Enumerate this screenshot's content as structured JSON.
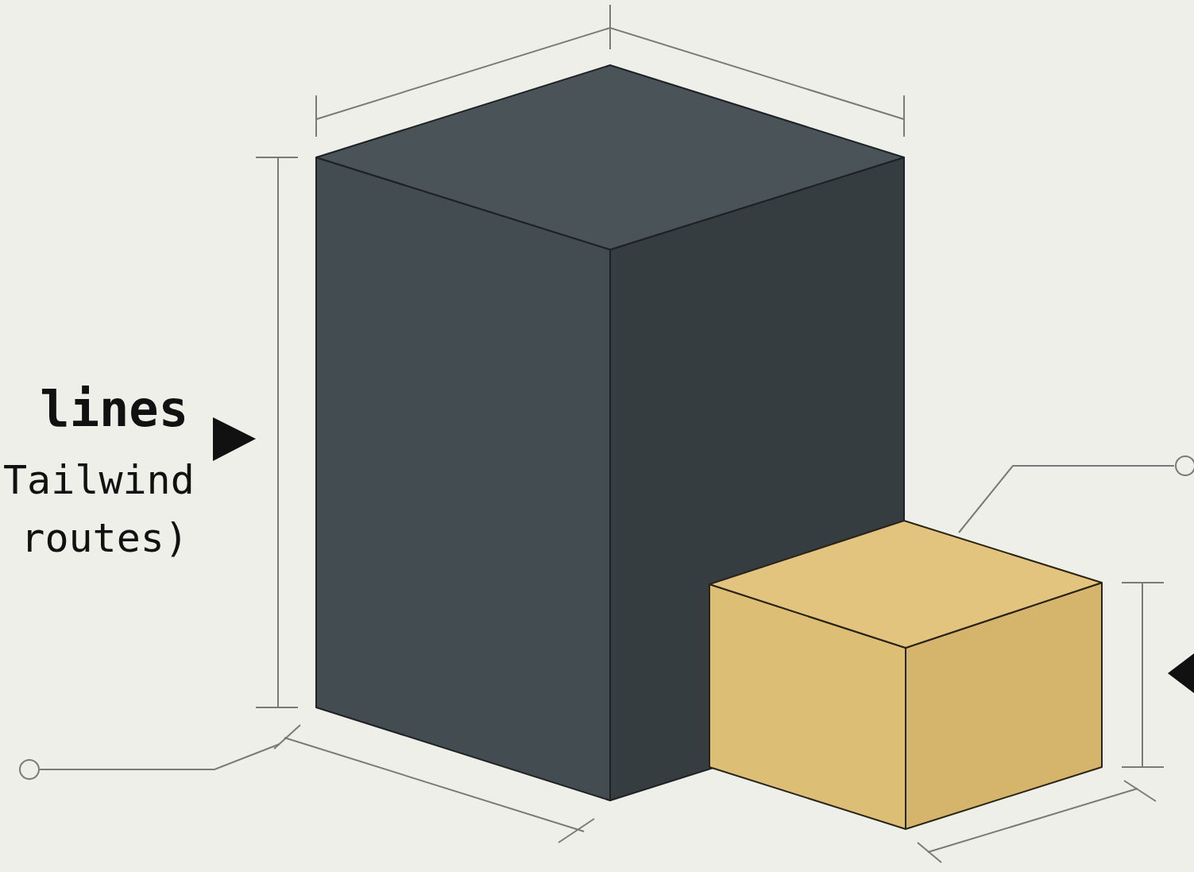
{
  "diagram": {
    "labels": [
      "lines",
      "Tailwind",
      "routes)"
    ]
  }
}
